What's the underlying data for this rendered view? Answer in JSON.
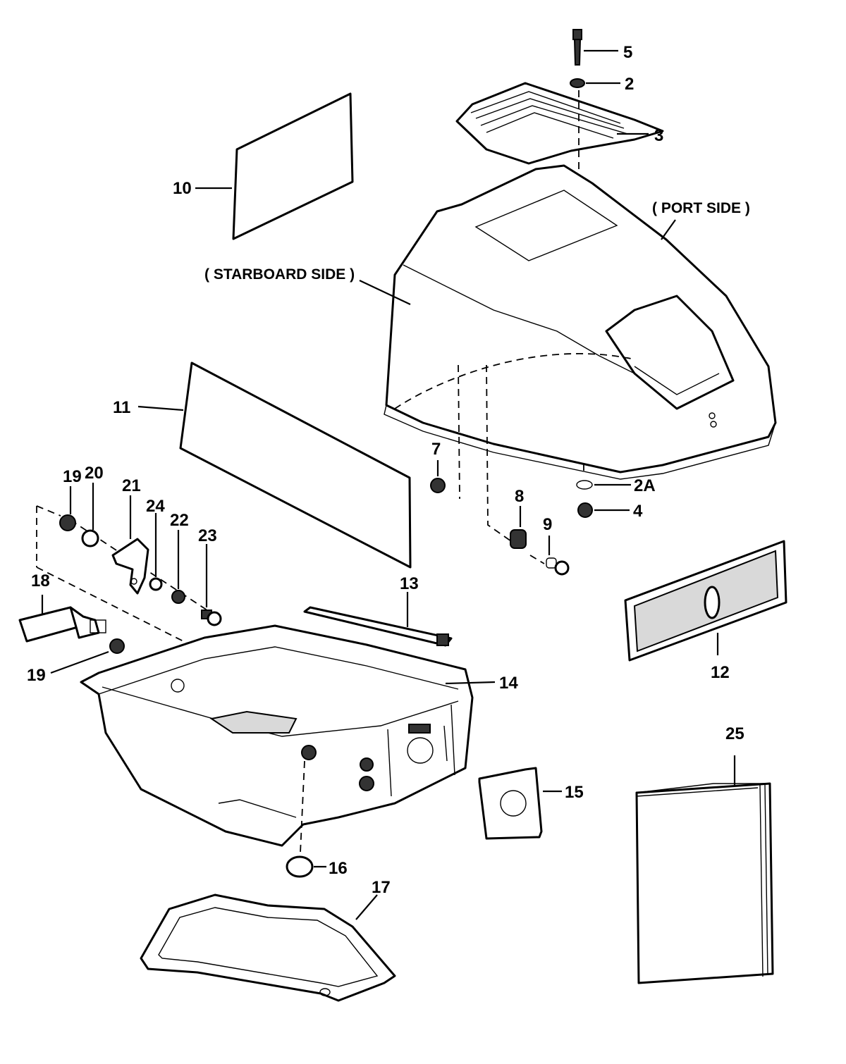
{
  "labels": {
    "starboard_side": "( STARBOARD SIDE )",
    "port_side": "( PORT SIDE )"
  },
  "callouts": {
    "n5": "5",
    "n2": "2",
    "n3": "3",
    "n10": "10",
    "n11": "11",
    "n7": "7",
    "n2a": "2A",
    "n4": "4",
    "n8": "8",
    "n9": "9",
    "n19a": "19",
    "n20": "20",
    "n21": "21",
    "n24": "24",
    "n22": "22",
    "n23": "23",
    "n18": "18",
    "n19b": "19",
    "n13": "13",
    "n14": "14",
    "n12": "12",
    "n25": "25",
    "n15": "15",
    "n16": "16",
    "n17": "17"
  }
}
